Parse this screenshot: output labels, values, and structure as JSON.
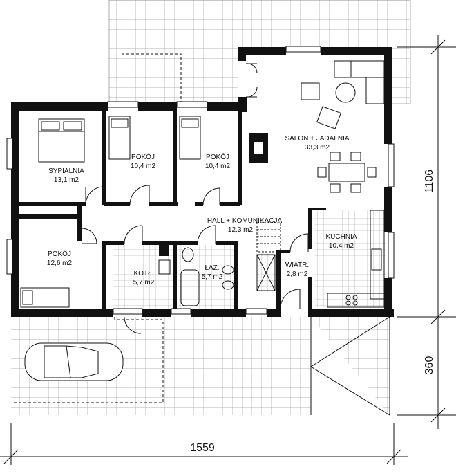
{
  "rooms": {
    "sypialnia": {
      "name": "SYPIALNIA",
      "area": "13,1 m2"
    },
    "pokoj_1": {
      "name": "POKÓJ",
      "area": "10,4 m2"
    },
    "pokoj_2": {
      "name": "POKÓJ",
      "area": "10,4 m2"
    },
    "salon": {
      "name": "SALON + JADALNIA",
      "area": "33,3 m2"
    },
    "hall": {
      "name": "HALL + KOMUNIKACJA",
      "area": "12,3 m2"
    },
    "kuchnia": {
      "name": "KUCHNIA",
      "area": "10,4 m2"
    },
    "pokoj_3": {
      "name": "POKÓJ",
      "area": "12,6 m2"
    },
    "kotl": {
      "name": "KOTŁ.",
      "area": "5,7 m2"
    },
    "laz": {
      "name": "ŁAZ.",
      "area": "5,7 m2"
    },
    "wiatr": {
      "name": "WIATR.",
      "area": "2,8 m2"
    }
  },
  "dimensions": {
    "height_total": "1106",
    "height_carport": "360",
    "width_total": "1559"
  }
}
